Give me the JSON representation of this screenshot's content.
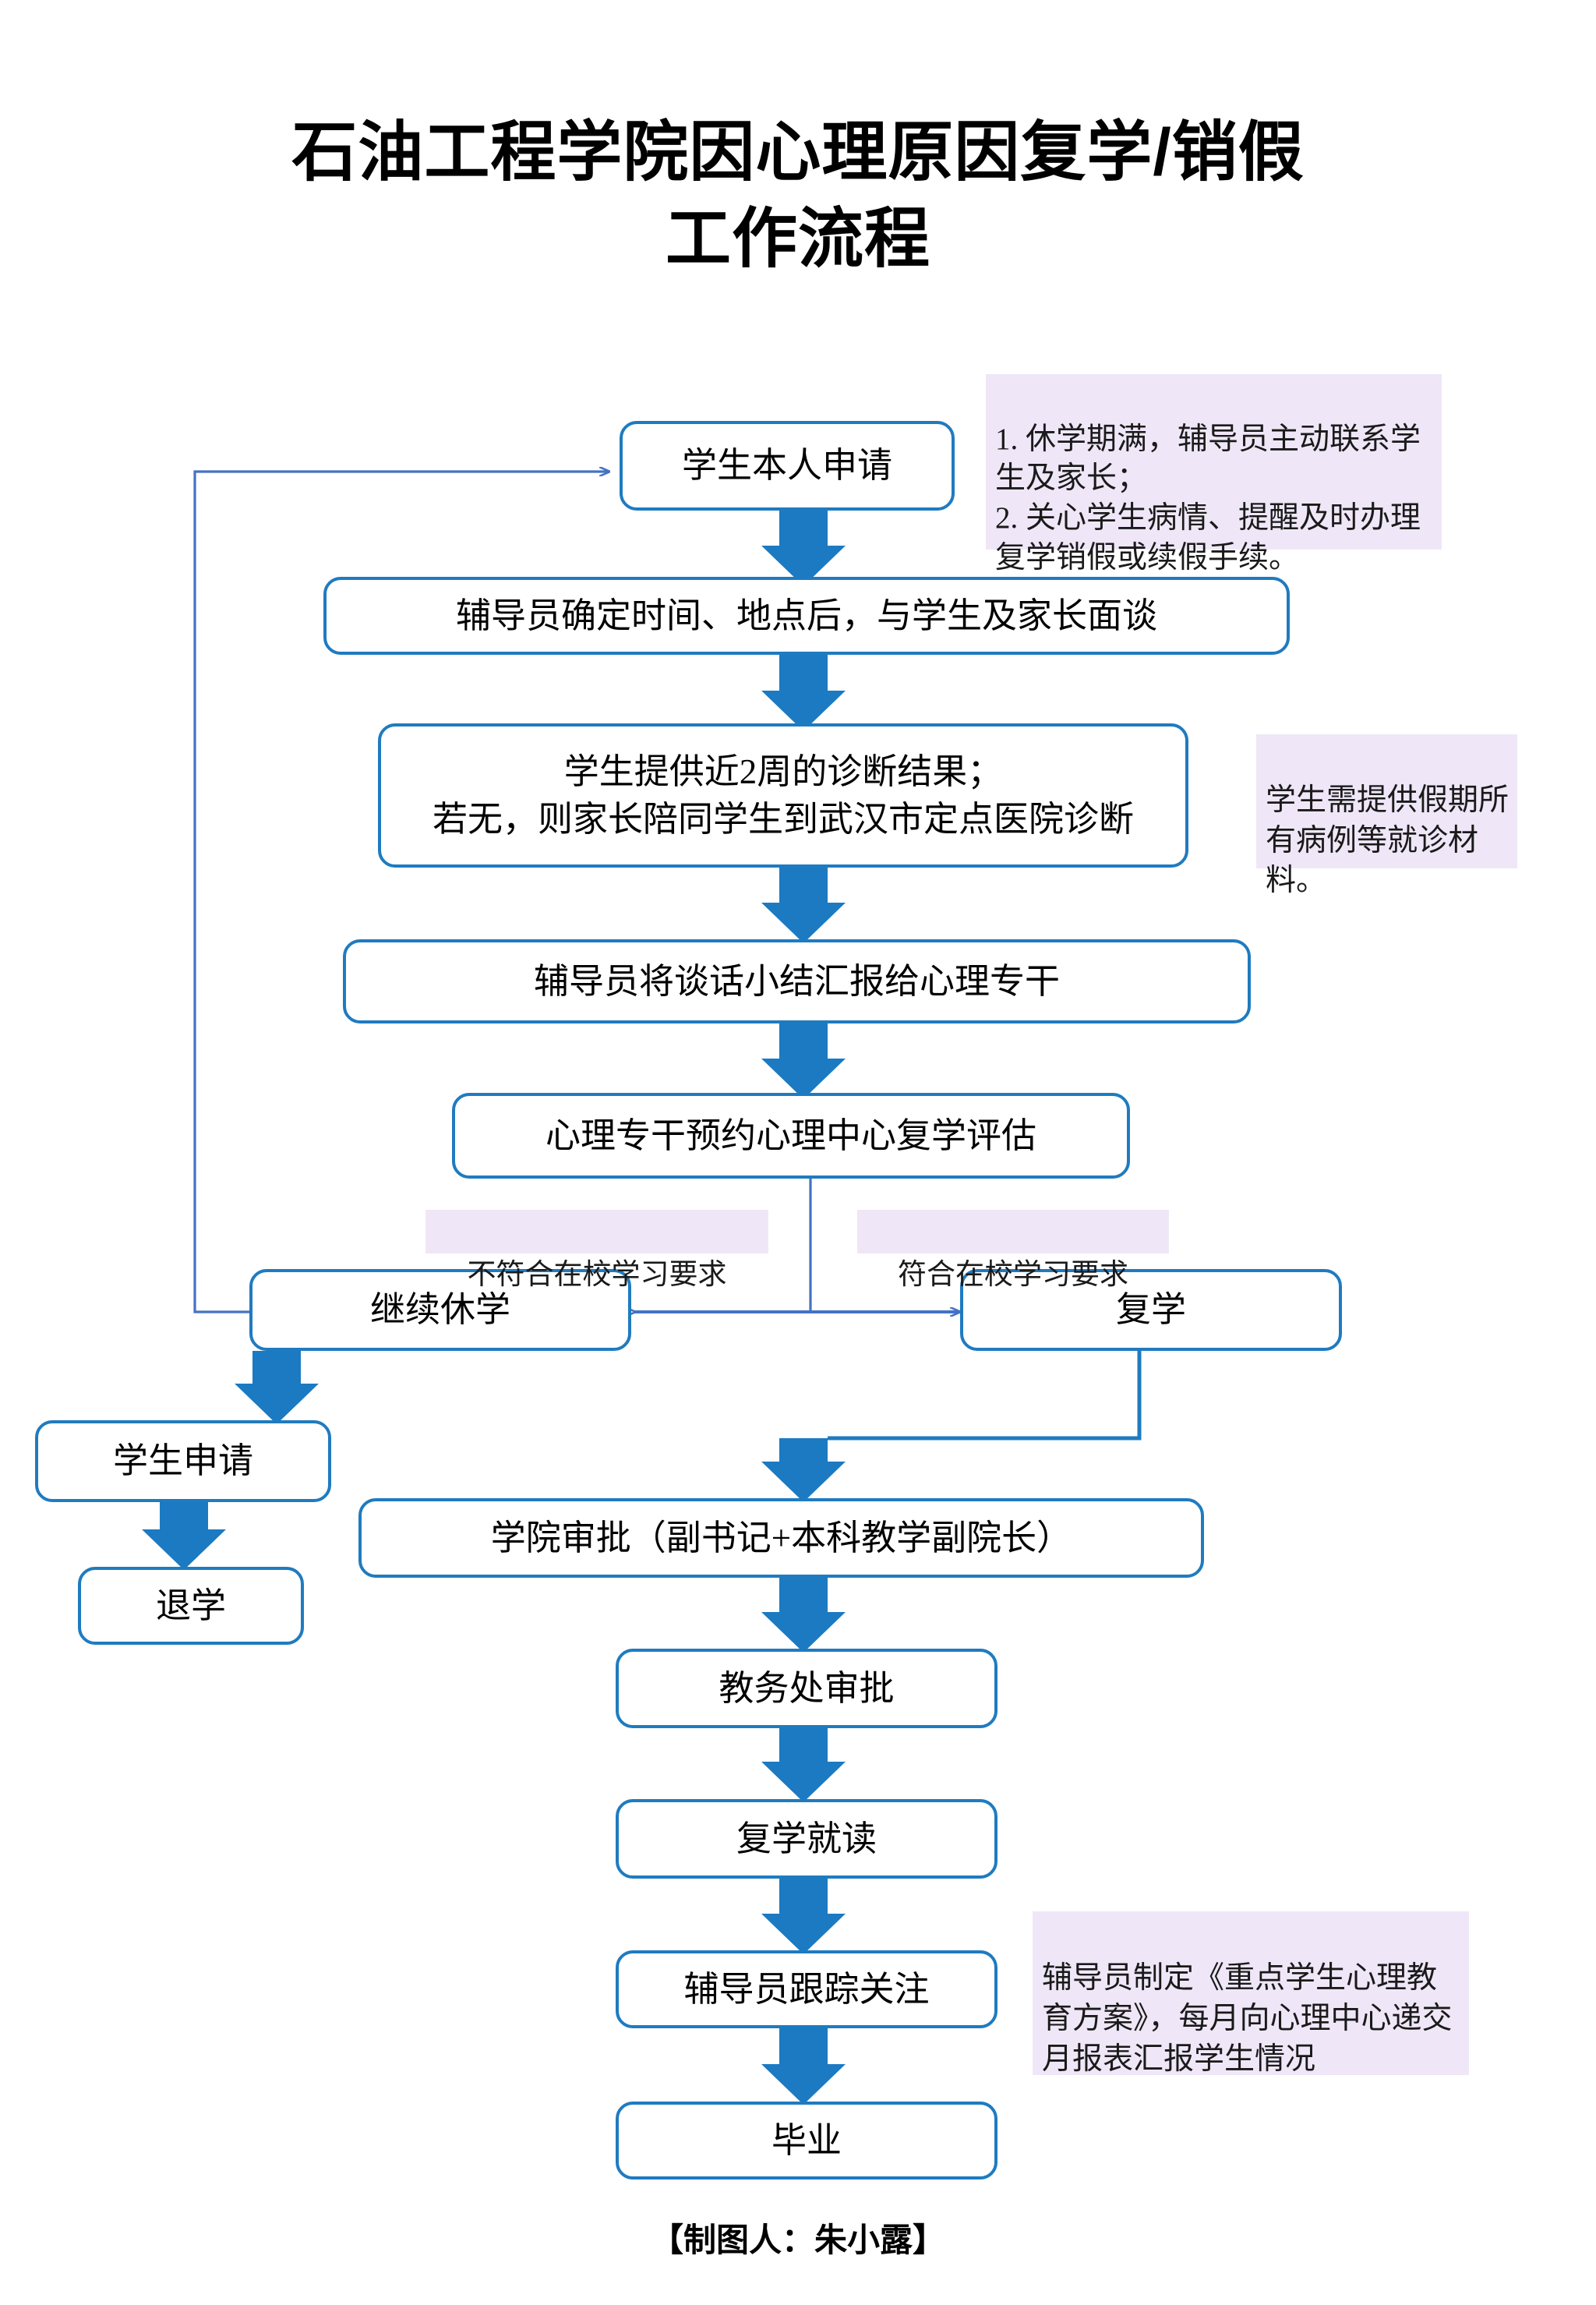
{
  "doc": {
    "title_line1": "石油工程学院因心理原因复学/销假",
    "title_line2": "工作流程",
    "footer": "【制图人：朱小露】"
  },
  "colors": {
    "box_border": "#1F7BC0",
    "arrow_fill": "#1B7AC2",
    "thin_line": "#4472C4",
    "note_bg": "#EFE7F7",
    "text": "#000000",
    "page_bg": "#FFFFFF"
  },
  "nodes": {
    "student_apply": "学生本人申请",
    "counselor_meeting": "辅导员确定时间、地点后，与学生及家长面谈",
    "diagnosis": "学生提供近2周的诊断结果；\n若无，则家长陪同学生到武汉市定点医院诊断",
    "report_to_specialist": "辅导员将谈话小结汇报给心理专干",
    "center_evaluation": "心理专干预约心理中心复学评估",
    "continue_leave": "继续休学",
    "resume_study": "复学",
    "student_request": "学生申请",
    "withdraw": "退学",
    "college_approval": "学院审批（副书记+本科教学副院长）",
    "academic_affairs_approval": "教务处审批",
    "resume_attend": "复学就读",
    "counselor_followup": "辅导员跟踪关注",
    "graduate": "毕业"
  },
  "branch_labels": {
    "not_qualified": "不符合在校学习要求",
    "qualified": "符合在校学习要求"
  },
  "notes": {
    "top_right": "1. 休学期满，辅导员主动联系学生及家长；\n2. 关心学生病情、提醒及时办理复学销假或续假手续。",
    "materials": "学生需提供假期所有病例等就诊材料。",
    "followup_plan": "辅导员制定《重点学生心理教育方案》，每月向心理中心递交月报表汇报学生情况"
  }
}
